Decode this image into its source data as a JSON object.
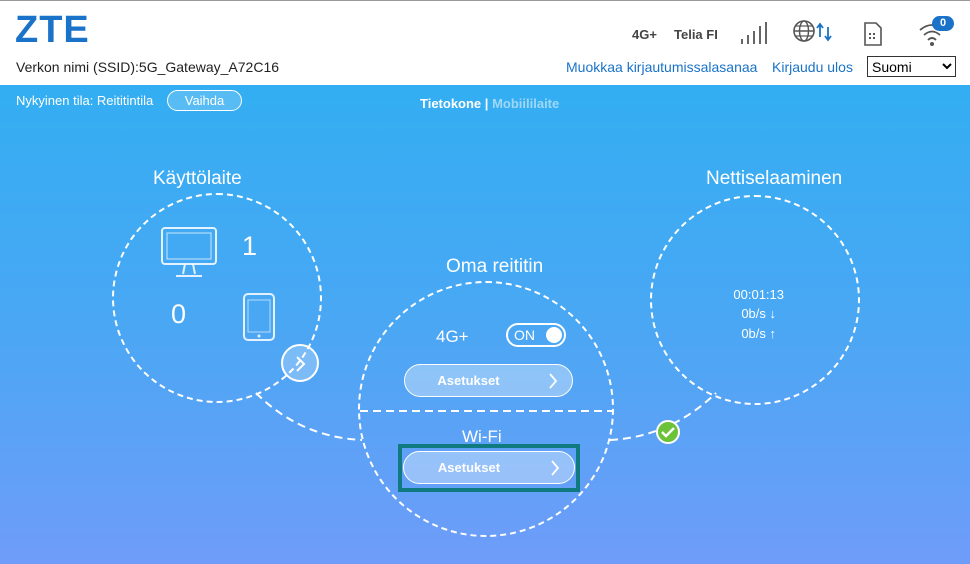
{
  "header": {
    "logo": "ZTE",
    "ssid": "Verkon nimi (SSID):5G_Gateway_A72C16",
    "network_type": "4G+",
    "operator": "Telia FI",
    "wifi_clients": "0",
    "change_password_link": "Muokkaa kirjautumissalasanaa",
    "logout_link": "Kirjaudu ulos",
    "language_selected": "Suomi"
  },
  "mode": {
    "label": "Nykyinen tila: Reititintila",
    "change_button": "Vaihda"
  },
  "view_switch": {
    "active": "Tietokone",
    "separator": "|",
    "inactive": "Mobiililaite"
  },
  "devices": {
    "title": "Käyttölaite",
    "computer_count": "1",
    "mobile_count": "0"
  },
  "router": {
    "title": "Oma reititin",
    "network_label": "4G+",
    "toggle_label": "ON",
    "settings_button": "Asetukset",
    "wifi_label": "Wi-Fi",
    "wifi_settings_button": "Asetukset"
  },
  "browsing": {
    "title": "Nettiselaaminen",
    "duration": "00:01:13",
    "download": "0b/s ↓",
    "upload": "0b/s ↑"
  },
  "colors": {
    "accent": "#1a73c8",
    "connected": "#6cc33a",
    "highlight": "#0f7a80"
  }
}
